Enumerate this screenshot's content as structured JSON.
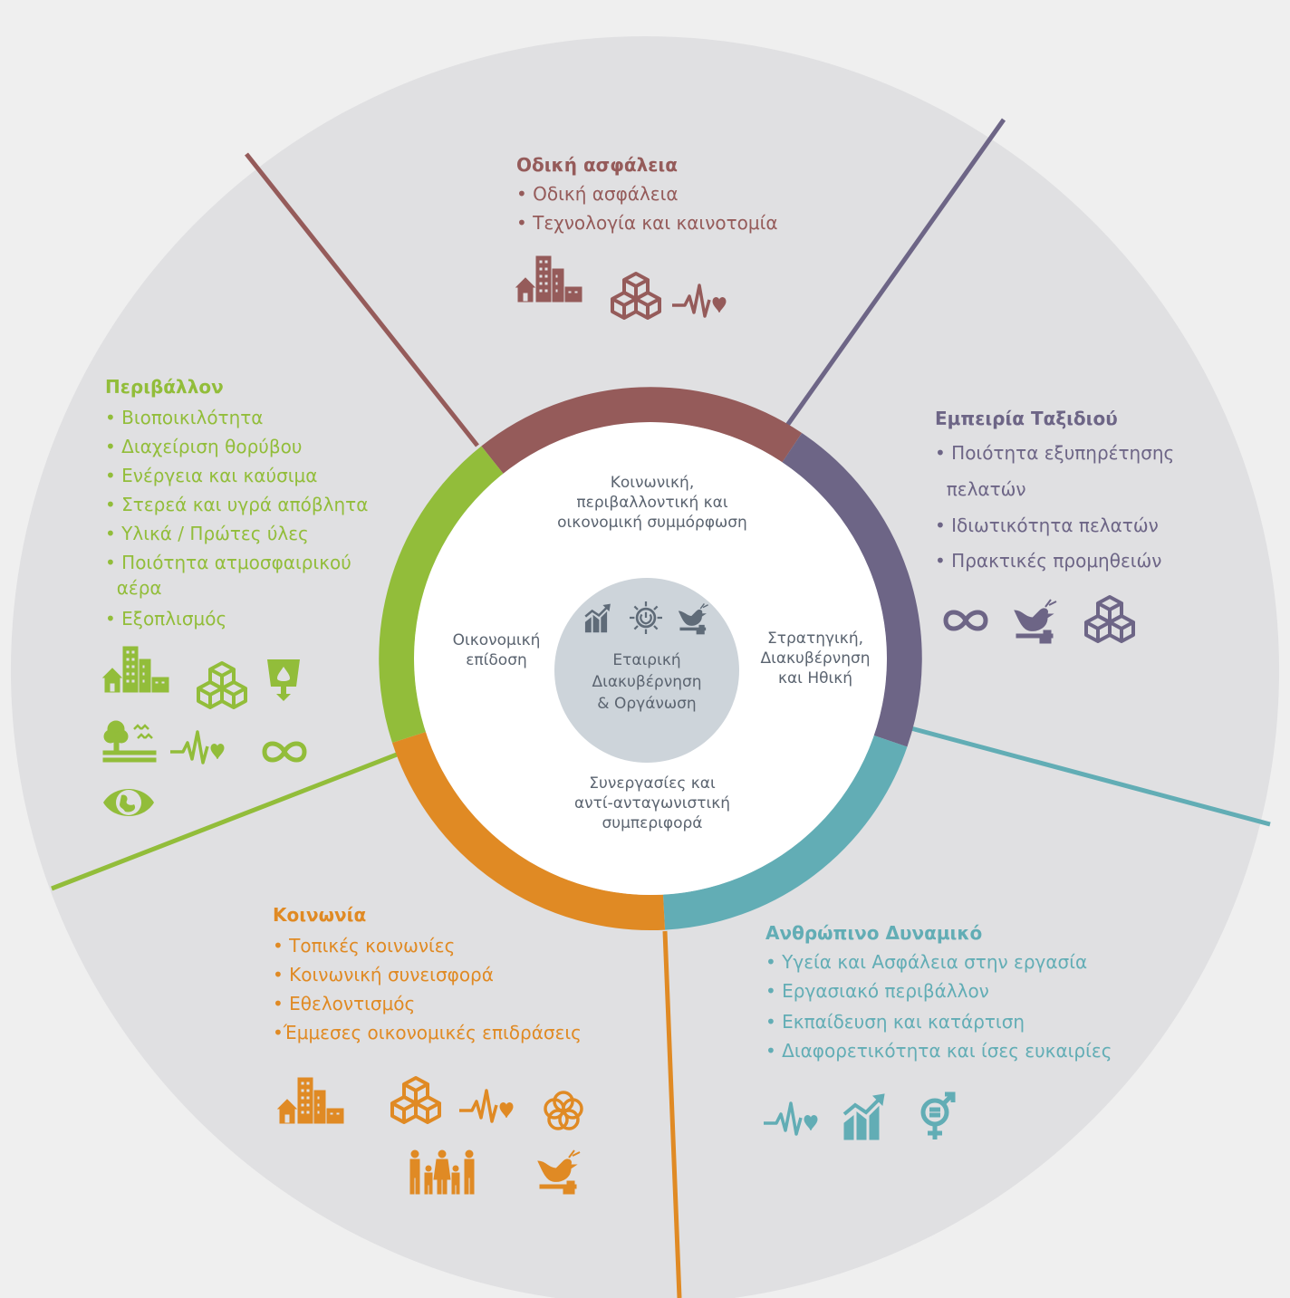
{
  "sections": {
    "road_safety": {
      "title": "Οδική ασφάλεια",
      "items": [
        "• Οδική ασφάλεια",
        "• Τεχνολογία και καινοτομία"
      ],
      "color": "#955b5a",
      "icons": [
        "city-icon",
        "cubes-icon",
        "heartbeat-icon"
      ]
    },
    "environment": {
      "title": "Περιβάλλον",
      "items": [
        "• Βιοποικιλότητα",
        "• Διαχείριση θορύβου",
        "• Ενέργεια και καύσιμα",
        "• Στερεά και υγρά απόβλητα",
        "• Υλικά / Πρώτες ύλες",
        "• Ποιότητα ατμοσφαιρικού",
        "  αέρα",
        "• Εξοπλισμός"
      ],
      "color": "#92bd3a",
      "icons": [
        "city-icon",
        "cubes-icon",
        "water-drop-icon",
        "tree-birds-icon",
        "heartbeat-icon",
        "infinity-icon",
        "globe-eye-icon"
      ]
    },
    "travel_experience": {
      "title": "Εμπειρία Ταξιδιού",
      "items": [
        "• Ποιότητα εξυπηρέτησης",
        "  πελατών",
        "• Ιδιωτικότητα πελατών",
        "• Πρακτικές προμηθειών"
      ],
      "color": "#6d6586",
      "icons": [
        "infinity-icon",
        "dove-gavel-icon",
        "cubes-icon"
      ]
    },
    "society": {
      "title": "Κοινωνία",
      "items": [
        "• Τοπικές κοινωνίες",
        "• Κοινωνική συνεισφορά",
        "• Εθελοντισμός",
        "•Έμμεσες οικονομικές επιδράσεις"
      ],
      "color": "#e08a24",
      "icons": [
        "city-icon",
        "cubes-icon",
        "heartbeat-icon",
        "flower-icon",
        "family-icon",
        "dove-gavel-icon"
      ]
    },
    "human_resources": {
      "title": "Ανθρώπινο Δυναμικό",
      "items": [
        "• Υγεία και Ασφάλεια στην εργασία",
        "• Εργασιακό περιβάλλον",
        "• Εκπαίδευση και κατάρτιση",
        "• Διαφορετικότητα και ίσες ευκαιρίες"
      ],
      "color": "#62adb5",
      "icons": [
        "heartbeat-icon",
        "growth-chart-icon",
        "gender-equality-icon"
      ]
    }
  },
  "inner_ring": {
    "top": "Κοινωνική, περιβαλλοντική και οικονομική συμμόρφωση",
    "top_lines": [
      "Κοινωνική,",
      "περιβαλλοντική και",
      "οικονομική συμμόρφωση"
    ],
    "left_lines": [
      "Οικονομική",
      "επίδοση"
    ],
    "right_lines": [
      "Στρατηγική,",
      "Διακυβέρνηση",
      "και Ηθική"
    ],
    "bottom_lines": [
      "Συνεργασίες και",
      "αντί-ανταγωνιστική",
      "συμπεριφορά"
    ]
  },
  "core": {
    "lines": [
      "Εταιρική",
      "Διακυβέρνηση",
      "& Οργάνωση"
    ],
    "icons": [
      "growth-chart-icon",
      "energy-sun-icon",
      "dove-gavel-icon"
    ]
  },
  "colors": {
    "outer_disc": "#e0e0e2",
    "background": "#efefef",
    "core_disc": "#cdd4da",
    "text_gray": "#5b6470"
  }
}
